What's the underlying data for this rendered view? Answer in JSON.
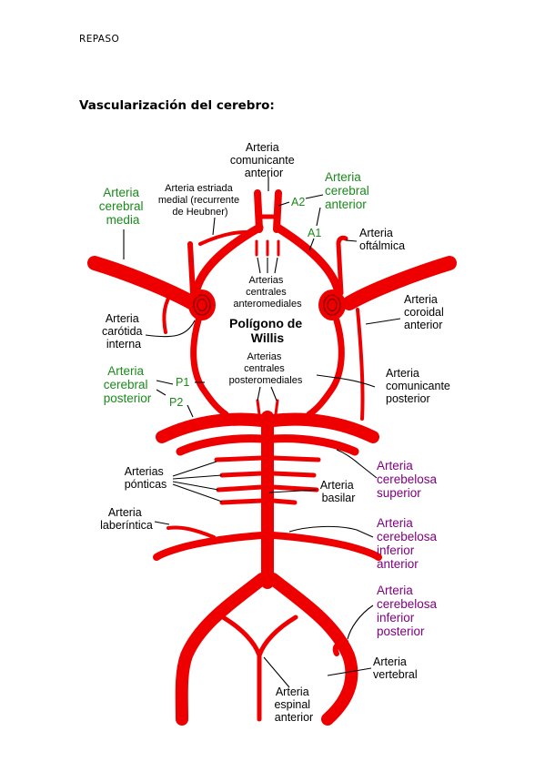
{
  "header": {
    "text": "REPASO"
  },
  "section": {
    "title": "Vascularización del cerebro:"
  },
  "diagram": {
    "labels": {
      "acom": [
        "Arteria",
        "comunicante",
        "anterior"
      ],
      "heubner": [
        "Arteria estriada",
        "medial (recurrente",
        "de Heubner)"
      ],
      "acm": [
        "Arteria",
        "cerebral",
        "media"
      ],
      "aca": [
        "Arteria",
        "cerebral",
        "anterior"
      ],
      "a2": "A2",
      "a1": "A1",
      "oftalmica": [
        "Arteria",
        "oftálmica"
      ],
      "anteromediales": [
        "Arterias",
        "centrales",
        "anteromediales"
      ],
      "willis": [
        "Polígono de",
        "Willis"
      ],
      "carotida": [
        "Arteria",
        "carótida",
        "interna"
      ],
      "coroidal": [
        "Arteria",
        "coroidal",
        "anterior"
      ],
      "posteromediales": [
        "Arterias",
        "centrales",
        "posteromediales"
      ],
      "acp": [
        "Arteria",
        "cerebral",
        "posterior"
      ],
      "p1": "P1",
      "p2": "P2",
      "pcom": [
        "Arteria",
        "comunicante",
        "posterior"
      ],
      "sca": [
        "Arteria",
        "cerebelosa",
        "superior"
      ],
      "ponticas": [
        "Arterias",
        "pónticas"
      ],
      "basilar": [
        "Arteria",
        "basilar"
      ],
      "laberintica": [
        "Arteria",
        "laberíntica"
      ],
      "aica": [
        "Arteria",
        "cerebelosa",
        "inferior",
        "anterior"
      ],
      "pica": [
        "Arteria",
        "cerebelosa",
        "inferior",
        "posterior"
      ],
      "vertebral": [
        "Arteria",
        "vertebral"
      ],
      "espinal": [
        "Arteria",
        "espinal",
        "anterior"
      ]
    },
    "colors": {
      "vessel": "#ee0000",
      "green_label": "#1a8a1a",
      "purple_label": "#800080",
      "black_label": "#000000"
    }
  }
}
